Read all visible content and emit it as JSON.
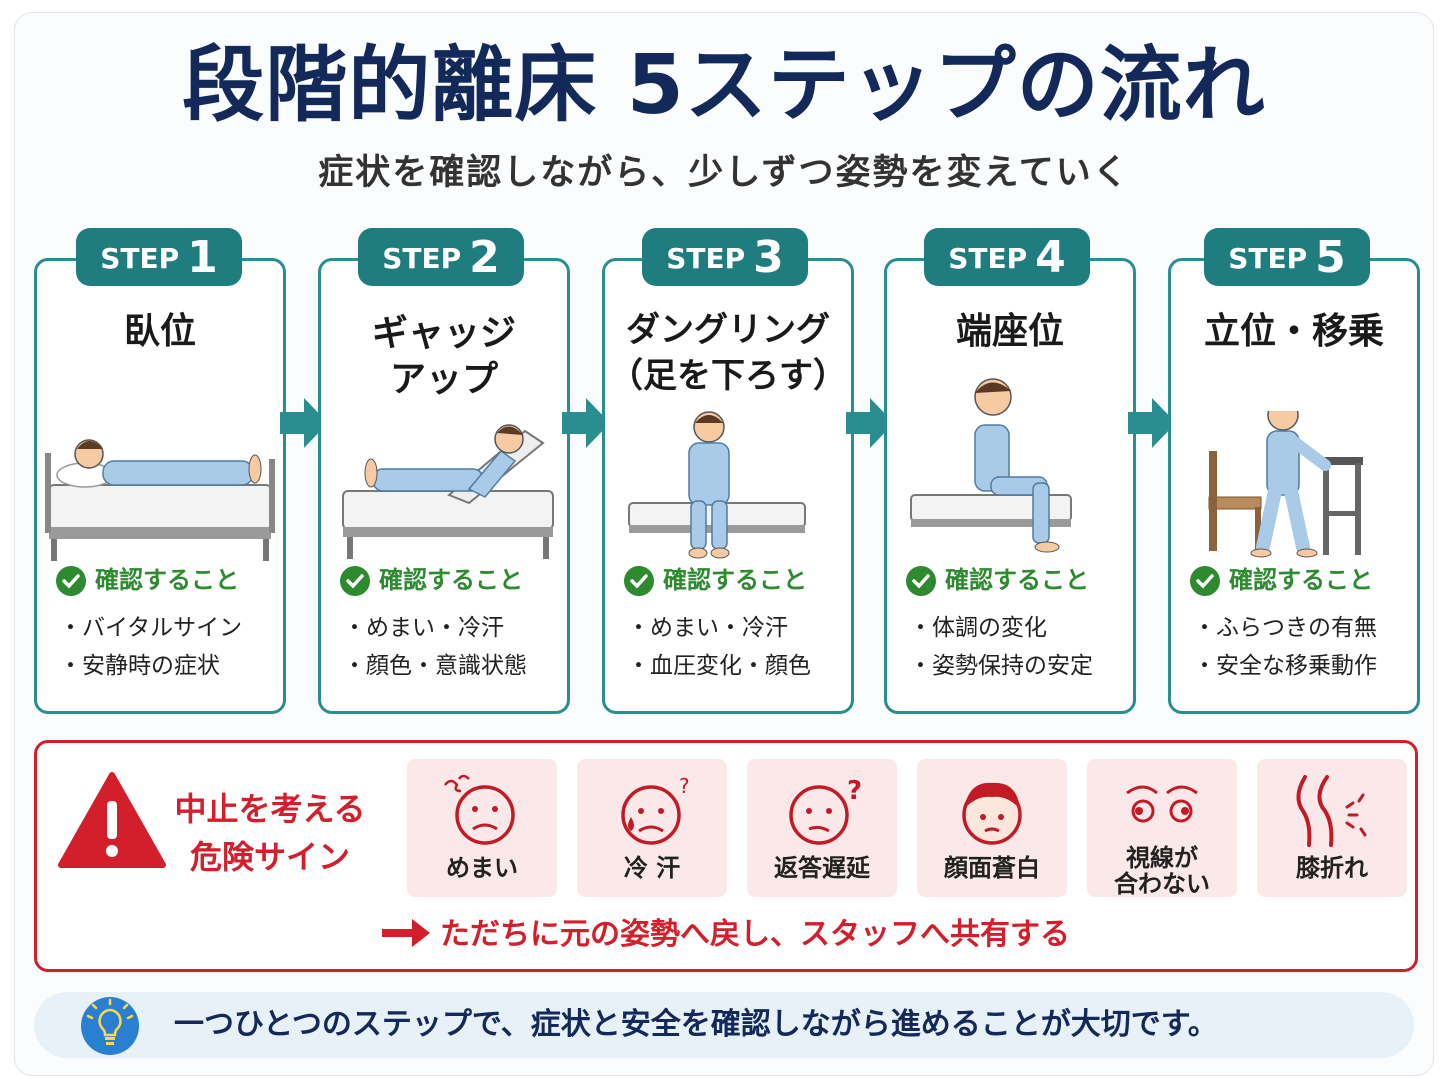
{
  "title": "段階的離床 5ステップの流れ",
  "subtitle": "症状を確認しながら、少しずつ姿勢を変えていく",
  "step_label": "STEP",
  "check_label": "確認すること",
  "steps": [
    {
      "num": "1",
      "title": "臥位",
      "items": [
        "バイタルサイン",
        "安静時の症状"
      ]
    },
    {
      "num": "2",
      "title": "ギャッジ\nアップ",
      "items": [
        "めまい・冷汗",
        "顔色・意識状態"
      ]
    },
    {
      "num": "3",
      "title": "ダングリング\n（足を下ろす）",
      "items": [
        "めまい・冷汗",
        "血圧変化・顔色"
      ]
    },
    {
      "num": "4",
      "title": "端座位",
      "items": [
        "体調の変化",
        "姿勢保持の安定"
      ]
    },
    {
      "num": "5",
      "title": "立位・移乗",
      "items": [
        "ふらつきの有無",
        "安全な移乗動作"
      ]
    }
  ],
  "danger": {
    "title": "中止を考える危険サイン",
    "signs": [
      {
        "label": "めまい",
        "icon": "dizzy-face-icon"
      },
      {
        "label": "冷 汗",
        "icon": "sweat-face-icon"
      },
      {
        "label": "返答遅延",
        "icon": "confused-face-icon"
      },
      {
        "label": "顔面蒼白",
        "icon": "pale-face-icon"
      },
      {
        "label": "視線が\n合わない",
        "icon": "eyes-icon"
      },
      {
        "label": "膝折れ",
        "icon": "knee-buckle-icon"
      }
    ],
    "action": "ただちに元の姿勢へ戻し、スタッフへ共有する"
  },
  "footer": {
    "text": "一つひとつのステップで、症状と安全を確認しながら進めることが大切です。",
    "icon": "lightbulb-icon"
  },
  "colors": {
    "teal": "#1f7d80",
    "navy": "#13295a",
    "red": "#d21f2b",
    "green": "#2d8a2f",
    "skin": "#f6cba3",
    "pajama": "#a9cbe8"
  }
}
